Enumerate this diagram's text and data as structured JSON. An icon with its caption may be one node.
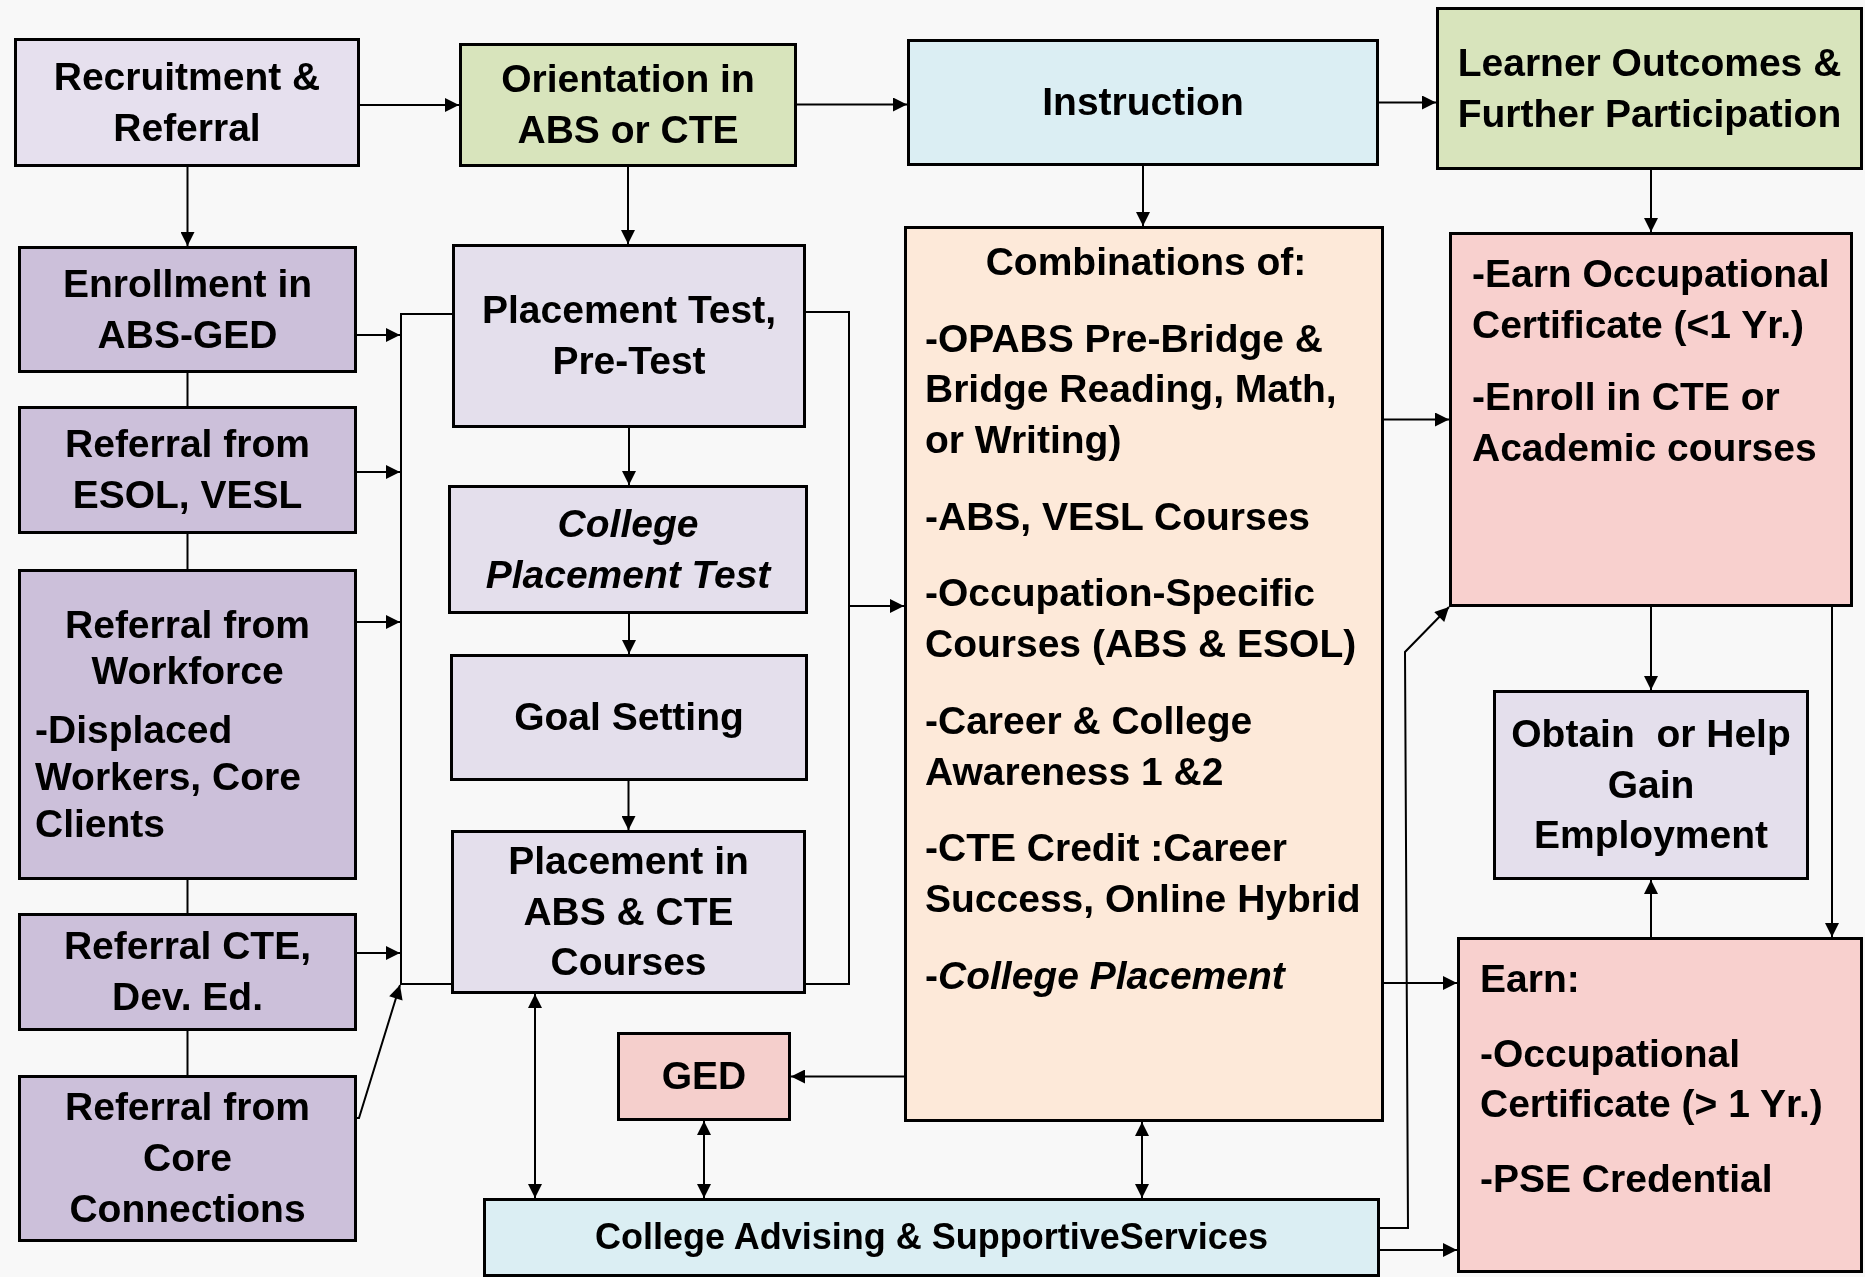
{
  "diagram": {
    "nodes": [
      {
        "text": [
          "Recruitment & Referral"
        ]
      },
      {
        "text": [
          "Orientation in ABS or CTE"
        ]
      },
      {
        "text": [
          "Instruction"
        ]
      },
      {
        "text": [
          "Learner Outcomes & Further Participation"
        ]
      },
      {
        "text": [
          "Enrollment in ABS-GED"
        ]
      },
      {
        "text": [
          "Referral from ESOL, VESL"
        ]
      },
      {
        "text": [
          "Referral from Workforce",
          "-Displaced Workers, Core Clients"
        ]
      },
      {
        "text": [
          "Referral CTE, Dev. Ed."
        ]
      },
      {
        "text": [
          "Referral from Core Connections"
        ]
      },
      {
        "text": [
          "Placement Test, Pre-Test"
        ]
      },
      {
        "text": [
          "College Placement Test"
        ]
      },
      {
        "text": [
          "Goal Setting"
        ]
      },
      {
        "text": [
          "Placement in ABS & CTE Courses"
        ]
      },
      {
        "text": [
          "GED"
        ]
      },
      {
        "text": [
          "Combinations of:",
          "-OPABS Pre-Bridge & Bridge Reading, Math, or Writing)",
          "-ABS, VESL Courses",
          "-Occupation-Specific Courses (ABS & ESOL)",
          "-Career & College Awareness 1 &2",
          "-CTE Credit :Career Success, Online Hybrid",
          "-*College Placement*"
        ]
      },
      {
        "text": [
          "-Earn Occupational Certificate (<1 Yr.)",
          "-Enroll in CTE or Academic courses"
        ]
      },
      {
        "text": [
          "Obtain  or Help Gain Employment"
        ]
      },
      {
        "text": [
          "Earn:",
          "-Occupational Certificate (> 1 Yr.)",
          "-PSE Credential"
        ]
      },
      {
        "text": [
          "College Advising & SupportiveServices"
        ]
      },
      {
        "text": [],
        "shape": "bracket"
      },
      {
        "text": [],
        "shape": "bracket"
      }
    ],
    "edges": [
      {
        "from": 0,
        "to": 1,
        "arrow": "to"
      },
      {
        "from": 1,
        "to": 2,
        "arrow": "to"
      },
      {
        "from": 2,
        "to": 3,
        "arrow": "to"
      },
      {
        "from": 0,
        "to": 4,
        "arrow": "to"
      },
      {
        "from": 1,
        "to": 9,
        "arrow": "to"
      },
      {
        "from": 2,
        "to": 14,
        "arrow": "to"
      },
      {
        "from": 3,
        "to": 15,
        "arrow": "to"
      },
      {
        "from": 9,
        "to": 10,
        "arrow": "to"
      },
      {
        "from": 10,
        "to": 11,
        "arrow": "to"
      },
      {
        "from": 11,
        "to": 12,
        "arrow": "to"
      },
      {
        "from": 4,
        "to": 5,
        "arrow": "none"
      },
      {
        "from": 5,
        "to": 6,
        "arrow": "none"
      },
      {
        "from": 6,
        "to": 7,
        "arrow": "none"
      },
      {
        "from": 7,
        "to": 8,
        "arrow": "none"
      },
      {
        "from": 4,
        "to": 19,
        "arrow": "to"
      },
      {
        "from": 5,
        "to": 19,
        "arrow": "to"
      },
      {
        "from": 6,
        "to": 19,
        "arrow": "to"
      },
      {
        "from": 7,
        "to": 19,
        "arrow": "to"
      },
      {
        "from": 8,
        "to": 19,
        "arrow": "to"
      },
      {
        "from": 20,
        "to": 14,
        "arrow": "to"
      },
      {
        "from": 14,
        "to": 15,
        "arrow": "to"
      },
      {
        "from": 14,
        "to": 17,
        "arrow": "to"
      },
      {
        "from": 14,
        "to": 13,
        "arrow": "to"
      },
      {
        "from": 15,
        "to": 16,
        "arrow": "to"
      },
      {
        "from": 17,
        "to": 16,
        "arrow": "to"
      },
      {
        "from": 15,
        "to": 17,
        "arrow": "to"
      },
      {
        "from": 12,
        "to": 18,
        "arrow": "both"
      },
      {
        "from": 13,
        "to": 18,
        "arrow": "both"
      },
      {
        "from": 14,
        "to": 18,
        "arrow": "both"
      },
      {
        "from": 18,
        "to": 17,
        "arrow": "to"
      },
      {
        "from": 18,
        "to": 15,
        "arrow": "to"
      }
    ]
  }
}
